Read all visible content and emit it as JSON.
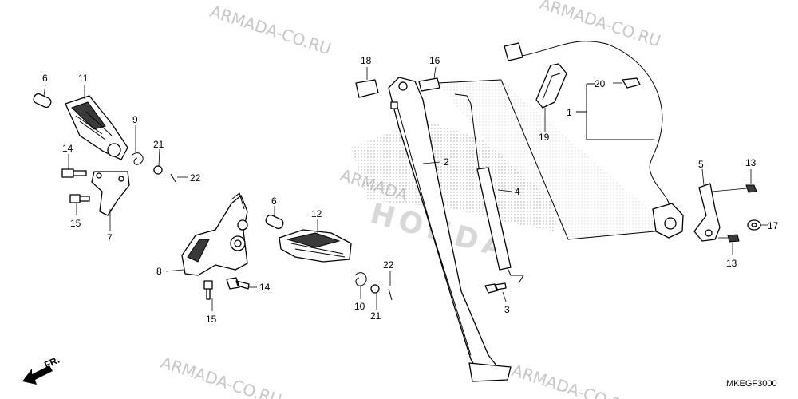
{
  "diagram": {
    "watermark_text": "ARMADA-CO.RU",
    "watermark_short": "ARMADA",
    "logo_text": "HONDA",
    "diagram_code": "MKEGF3000",
    "front_indicator": "FR.",
    "callouts": {
      "c1": "1",
      "c2": "2",
      "c3": "3",
      "c4": "4",
      "c5": "5",
      "c6a": "6",
      "c6b": "6",
      "c7": "7",
      "c8": "8",
      "c9": "9",
      "c10": "10",
      "c11": "11",
      "c12": "12",
      "c13a": "13",
      "c13b": "13",
      "c14a": "14",
      "c14b": "14",
      "c15a": "15",
      "c15b": "15",
      "c16": "16",
      "c17": "17",
      "c18": "18",
      "c19": "19",
      "c20": "20",
      "c21a": "21",
      "c21b": "21",
      "c22a": "22",
      "c22b": "22"
    }
  }
}
